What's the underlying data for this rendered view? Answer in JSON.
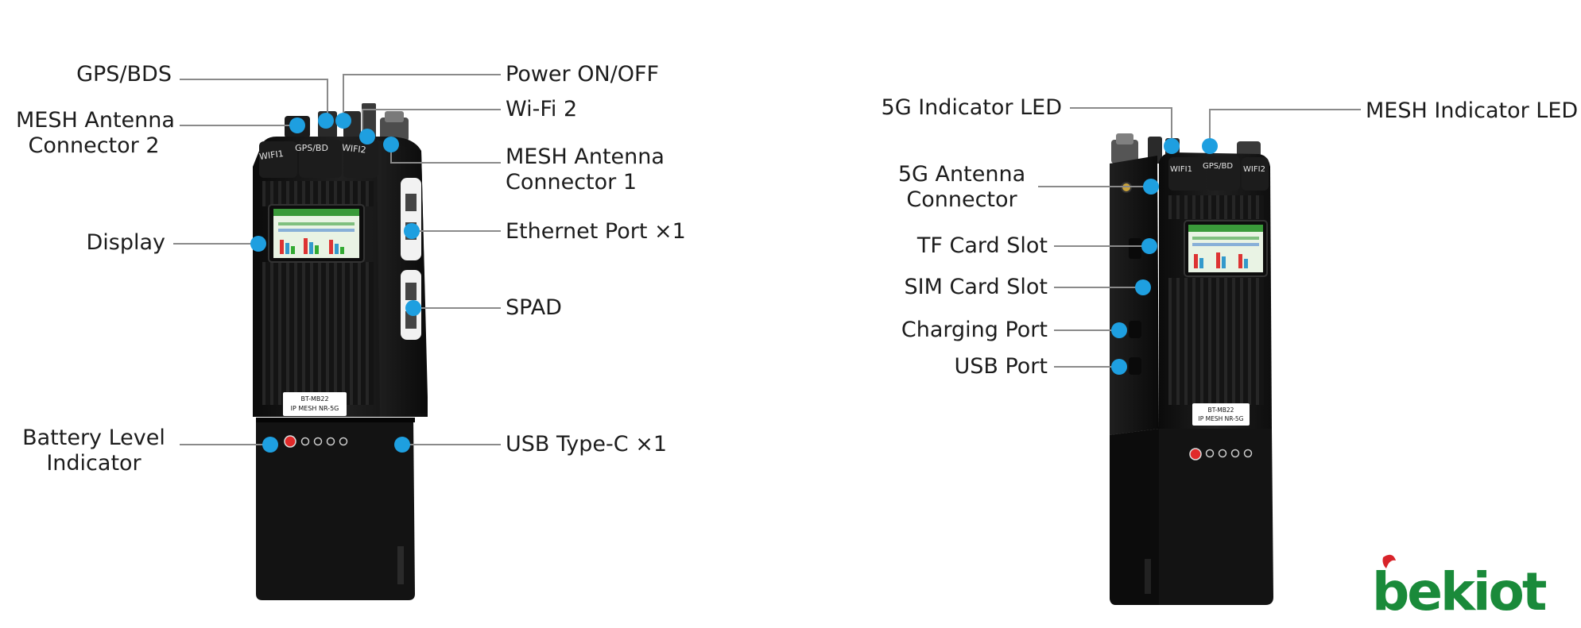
{
  "left_device": {
    "unit_label_line1": "BT-MB22",
    "unit_label_line2": "IP MESH NR-5G",
    "top_port_labels": [
      "WIFI1",
      "GPS/BD",
      "WIFI2"
    ],
    "callouts": {
      "gps_bds": "GPS/BDS",
      "mesh_antenna_2": [
        "MESH Antenna",
        "Connector 2"
      ],
      "display": "Display",
      "battery_level": [
        "Battery Level",
        "Indicator"
      ],
      "power": "Power ON/OFF",
      "wifi2": "Wi-Fi 2",
      "mesh_antenna_1": [
        "MESH Antenna",
        "Connector 1"
      ],
      "ethernet": "Ethernet Port ×1",
      "spad": "SPAD",
      "usb_c": "USB Type-C ×1"
    }
  },
  "right_device": {
    "unit_label_line1": "BT-MB22",
    "unit_label_line2": "IP MESH NR-5G",
    "top_port_labels": [
      "WIFI1",
      "GPS/BD",
      "WIFI2"
    ],
    "callouts": {
      "led_5g": "5G Indicator LED",
      "mesh_led": "MESH Indicator LED",
      "antenna_5g": [
        "5G Antenna",
        "Connector"
      ],
      "tf_card": "TF Card Slot",
      "sim_card": "SIM Card Slot",
      "charging": "Charging Port",
      "usb": "USB Port"
    }
  },
  "brand": {
    "logo_text": "bekiot",
    "logo_green": "#1a8a3a",
    "logo_red": "#d8232a"
  },
  "colors": {
    "callout_dot": "#1e9fe0",
    "leader_line": "#8a8a8a",
    "device_body": "#161616",
    "screen_bg": "#e9f3e4"
  }
}
